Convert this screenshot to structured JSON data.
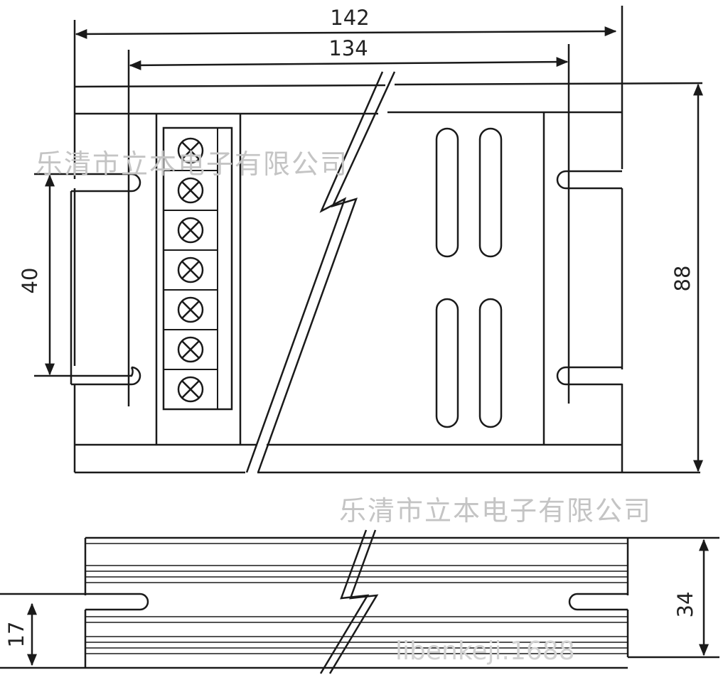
{
  "dimensions": {
    "overall_width": "142",
    "mount_spacing": "134",
    "slot_spacing": "40",
    "height": "88",
    "side_height": "34",
    "side_slot_height": "17"
  },
  "watermarks": {
    "top": "乐清市立本电子有限公司",
    "middle": "乐清市立本电子有限公司",
    "bottom": "libenkeji.1688"
  },
  "colors": {
    "line": "#1a1a1a",
    "watermark": "#c4c4c4"
  }
}
